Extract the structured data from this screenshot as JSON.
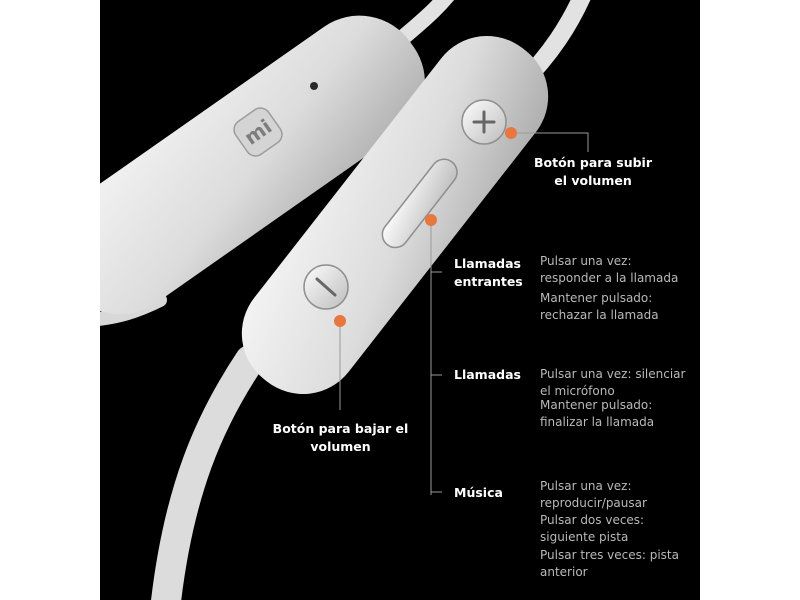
{
  "colors": {
    "background": "#000000",
    "accent": "#e8763f",
    "body": "#e9e9e9",
    "text": "#ffffff",
    "description": "#b9b9b9"
  },
  "icons": {
    "plus": "plus-icon",
    "minus": "minus-icon",
    "logo": "mi-logo-icon"
  },
  "logo_text": "mi",
  "callouts": {
    "volume_up": {
      "title": "Botón para subir el volumen"
    },
    "volume_down": {
      "title": "Botón para bajar el volumen"
    }
  },
  "functions": [
    {
      "title": "Llamadas entrantes",
      "actions": [
        "Pulsar una vez: responder a la llamada",
        "Mantener pulsado: rechazar la llamada"
      ]
    },
    {
      "title": "Llamadas",
      "actions": [
        "Pulsar una vez: silenciar el micrófono",
        "Mantener pulsado: finalizar la llamada"
      ]
    },
    {
      "title": "Música",
      "actions": [
        "Pulsar una vez: reproducir/pausar",
        "Pulsar dos veces: siguiente pista",
        "Pulsar tres veces: pista anterior"
      ]
    }
  ]
}
